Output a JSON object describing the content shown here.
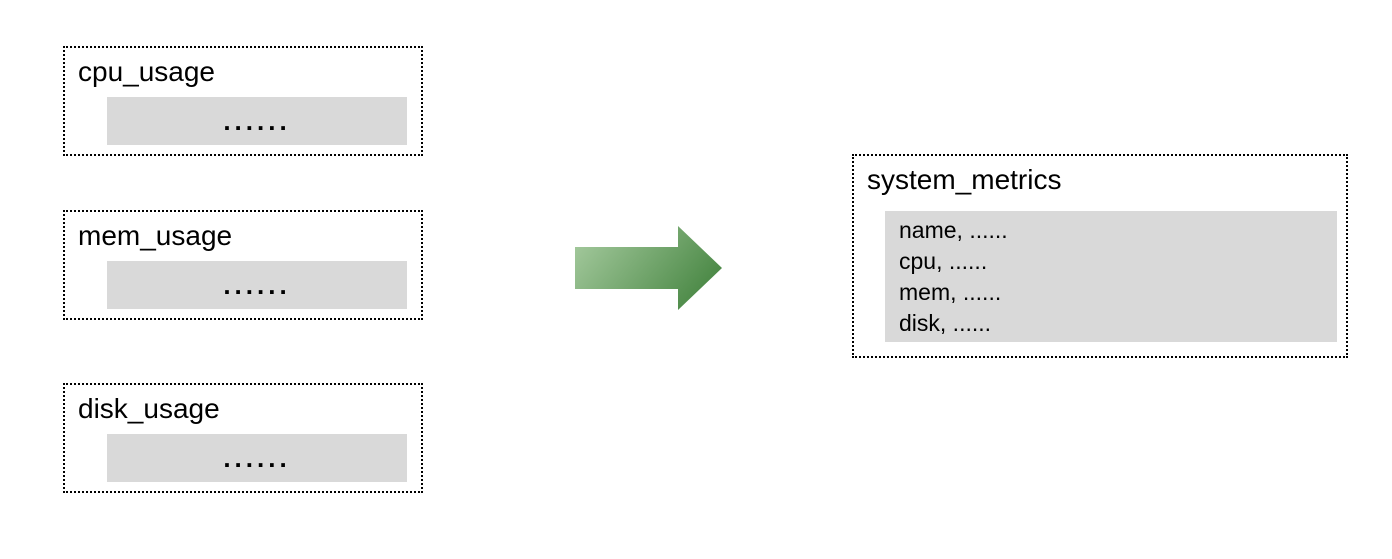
{
  "diagram": {
    "source_tables": [
      {
        "title": "cpu_usage",
        "bar_text": "......"
      },
      {
        "title": "mem_usage",
        "bar_text": "......"
      },
      {
        "title": "disk_usage",
        "bar_text": "......"
      }
    ],
    "arrow": {
      "direction": "right"
    },
    "result_table": {
      "title": "system_metrics",
      "rows": [
        "name, ......",
        "cpu, ......",
        "mem, ......",
        "disk, ......"
      ]
    },
    "colors": {
      "bar_fill": "#d9d9d9",
      "border": "#000000",
      "arrow_gradient_light": "#a9cda2",
      "arrow_gradient_dark": "#4e8b49"
    }
  }
}
